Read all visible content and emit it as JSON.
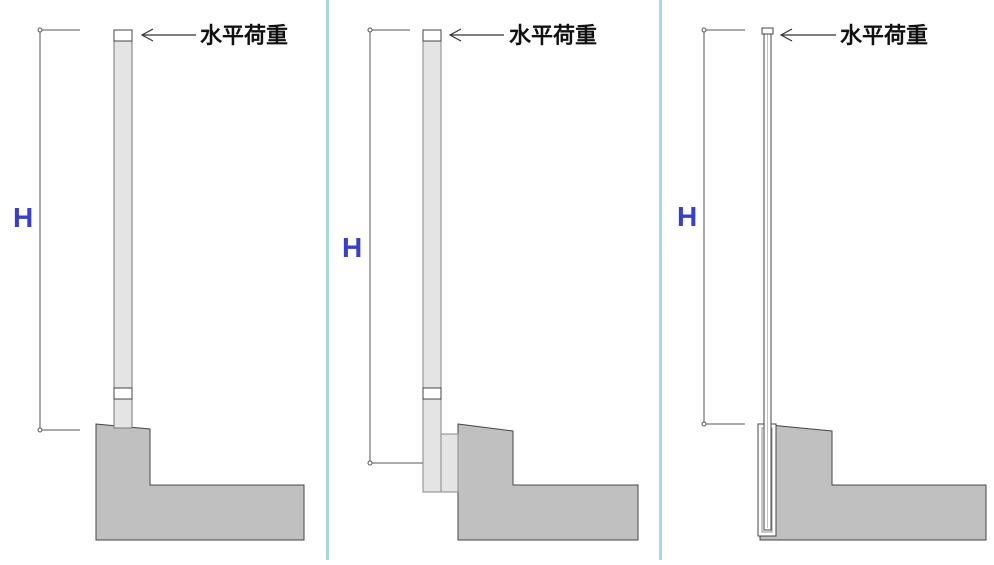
{
  "panels": [
    {
      "load_label": "水平荷重",
      "height_label": "H"
    },
    {
      "load_label": "水平荷重",
      "height_label": "H"
    },
    {
      "load_label": "水平荷重",
      "height_label": "H"
    }
  ],
  "colors": {
    "divider": "#a7d8df",
    "concrete": "#c0c0c0",
    "post_fill": "#e4e4e4",
    "outline": "#444444",
    "label_blue": "#3a3fc8",
    "dim_line": "#555555"
  }
}
